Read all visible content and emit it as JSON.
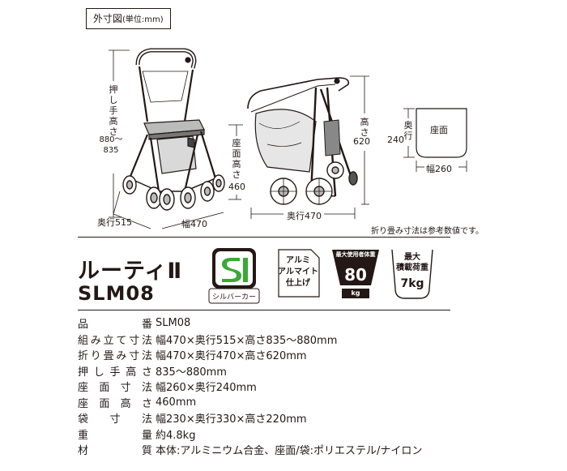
{
  "diagram": {
    "title": "外寸図",
    "unit": "(単位:mm)",
    "push_handle_height_label": "押し手高さ",
    "push_handle_height_value": "880〜835",
    "seat_height_label": "座面高さ",
    "seat_height_value": "460",
    "depth_label_open": "奥行515",
    "width_label_open": "幅470",
    "depth_label_folded": "奥行470",
    "height_label_folded": "高さ",
    "height_value_folded": "620",
    "seat_box_label": "座面",
    "seat_depth_label": "奥行",
    "seat_depth_value": "240",
    "seat_width_label": "幅260",
    "folded_note": "折り畳み寸法は参考数値です。"
  },
  "product": {
    "name": "ルーティⅡ",
    "code": "SLM08"
  },
  "badges": {
    "silver_mark_label": "シルバーカー",
    "alumite_line1": "アルミ",
    "alumite_line2": "アルマイト",
    "alumite_line3": "仕上げ",
    "max_user_weight_label": "最大使用者体重",
    "max_user_weight_value": "80",
    "max_user_weight_unit": "kg",
    "max_load_label_1": "最大",
    "max_load_label_2": "積載荷重",
    "max_load_value": "7kg"
  },
  "specs": [
    {
      "label": "品番",
      "value": "SLM08"
    },
    {
      "label": "組み立て寸法",
      "value": "幅470×奥行515×高さ835〜880mm"
    },
    {
      "label": "折り畳み寸法",
      "value": "幅470×奥行470×高さ620mm"
    },
    {
      "label": "押し手高さ",
      "value": "835〜880mm"
    },
    {
      "label": "座面寸法",
      "value": "幅260×奥行240mm"
    },
    {
      "label": "座面高さ",
      "value": "460mm"
    },
    {
      "label": "袋寸法",
      "value": "幅230×奥行330×高さ220mm"
    },
    {
      "label": "重量",
      "value": "約4.8kg"
    },
    {
      "label": "材質",
      "value": "本体:アルミニウム合金、座面/袋:ポリエステル/ナイロン"
    }
  ]
}
